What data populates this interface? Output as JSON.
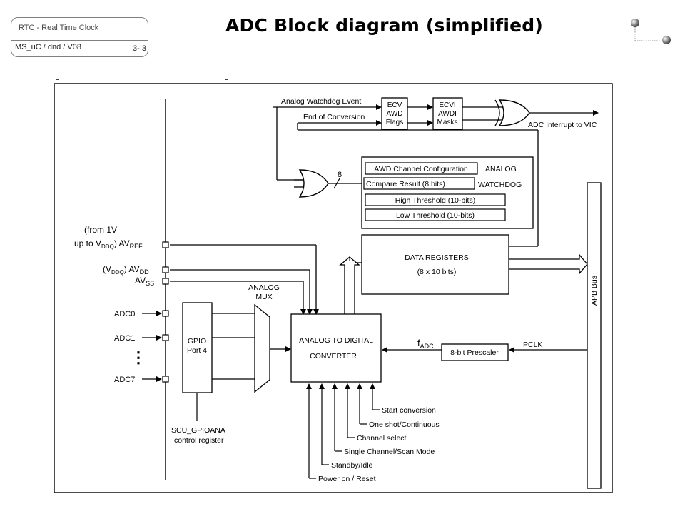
{
  "header": {
    "course": "RTC - Real Time Clock",
    "author": "MS_uC / dnd / V08",
    "page": "3- 3",
    "title": "ADC Block diagram (simplified)"
  },
  "diagram": {
    "signals_top": {
      "watchdog_event": "Analog Watchdog Event",
      "end_of_conversion": "End of Conversion",
      "interrupt": "ADC Interrupt to VIC"
    },
    "ecv_lines": [
      "ECV",
      "AWD",
      "Flags"
    ],
    "ecvi_lines": [
      "ECVI",
      "AWDI",
      "Masks"
    ],
    "bus_width": "8",
    "watchdog": {
      "items": [
        "AWD Channel Configuration",
        "Compare Result (8 bits)",
        "High Threshold (10-bits)",
        "Low Threshold (10-bits)"
      ],
      "label_line1": "ANALOG",
      "label_line2": "WATCHDOG"
    },
    "data_registers": [
      "DATA REGISTERS",
      "(8 x 10 bits)"
    ],
    "apb_bus": "APB Bus",
    "avref": {
      "line1": "(from 1V",
      "line2_pre": "up to V",
      "line2_sub": "DDQ",
      "line2_post": ") AV",
      "pin_sub": "REF"
    },
    "avdd": {
      "pre": "(V",
      "sub": "DDQ",
      "post": ") AV",
      "pin_sub": "DD"
    },
    "avss": {
      "pre": "AV",
      "sub": "SS"
    },
    "adc_inputs": [
      "ADC0",
      "ADC1",
      "ADC7"
    ],
    "ellipsis": "⋮",
    "gpio": [
      "GPIO",
      "Port 4"
    ],
    "mux": [
      "ANALOG",
      "MUX"
    ],
    "converter": [
      "ANALOG TO DIGITAL",
      "CONVERTER"
    ],
    "fadc": {
      "pre": "f",
      "sub": "ADC"
    },
    "prescaler": "8-bit Prescaler",
    "pclk": "PCLK",
    "scu": [
      "SCU_GPIOANA",
      "control register"
    ],
    "control_signals": [
      "Start conversion",
      "One shot/Continuous",
      "Channel select",
      "Single Channel/Scan Mode",
      "Standby/Idle",
      "Power on / Reset"
    ]
  }
}
